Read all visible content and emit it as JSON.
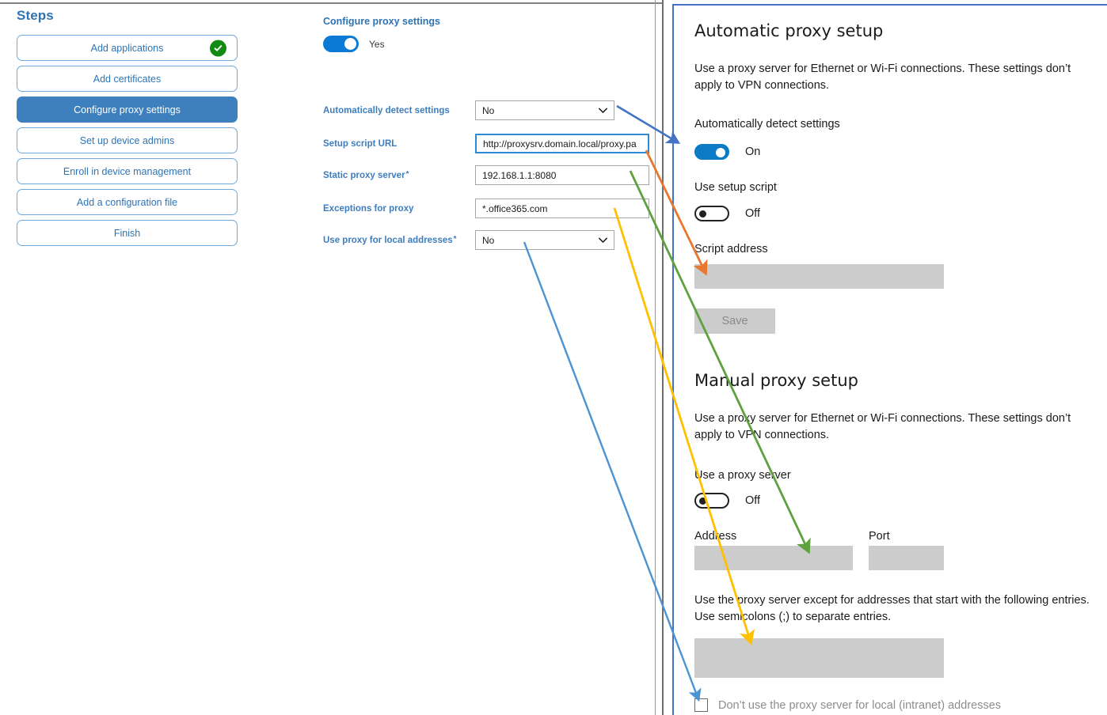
{
  "steps": {
    "title": "Steps",
    "items": [
      {
        "label": "Add applications",
        "state": "complete",
        "badge": "check-icon"
      },
      {
        "label": "Add certificates",
        "state": "default"
      },
      {
        "label": "Configure proxy settings",
        "state": "selected"
      },
      {
        "label": "Set up device admins",
        "state": "default"
      },
      {
        "label": "Enroll in device management",
        "state": "default"
      },
      {
        "label": "Add a configuration file",
        "state": "default"
      },
      {
        "label": "Finish",
        "state": "default"
      }
    ]
  },
  "form": {
    "title": "Configure proxy settings",
    "master_toggle": {
      "value": "Yes",
      "on": true
    },
    "fields": [
      {
        "label": "Automatically detect settings",
        "required": false,
        "type": "select",
        "value": "No"
      },
      {
        "label": "Setup script URL",
        "required": false,
        "type": "text",
        "value": "http://proxysrv.domain.local/proxy.pa",
        "focused": true
      },
      {
        "label": "Static proxy server",
        "required": true,
        "type": "text",
        "value": "192.168.1.1:8080"
      },
      {
        "label": "Exceptions for proxy",
        "required": false,
        "type": "text",
        "value": "*.office365.com"
      },
      {
        "label": "Use proxy for local addresses",
        "required": true,
        "type": "select",
        "value": "No"
      }
    ],
    "required_marker": "*"
  },
  "windows_settings": {
    "automatic": {
      "heading": "Automatic proxy setup",
      "description": "Use a proxy server for Ethernet or Wi-Fi connections. These settings don’t apply to VPN connections.",
      "auto_detect_label": "Automatically detect settings",
      "auto_detect_state": "On",
      "setup_script_label": "Use setup script",
      "setup_script_state": "Off",
      "script_address_label": "Script address",
      "script_address_value": "",
      "save_label": "Save"
    },
    "manual": {
      "heading": "Manual proxy setup",
      "description": "Use a proxy server for Ethernet or Wi-Fi connections. These settings don’t apply to VPN connections.",
      "use_proxy_label": "Use a proxy server",
      "use_proxy_state": "Off",
      "address_label": "Address",
      "address_value": "",
      "port_label": "Port",
      "port_value": "",
      "exceptions_description": "Use the proxy server except for addresses that start with the following entries. Use semicolons (;) to separate entries.",
      "exceptions_value": "",
      "local_checkbox_label": "Don’t use the proxy server for local (intranet) addresses",
      "local_checkbox_checked": false
    }
  },
  "annotations": {
    "arrows": [
      {
        "name": "auto-detect-mapping",
        "color": "#4472C4",
        "from": "Automatically detect settings dropdown",
        "to": "Automatically detect settings toggle"
      },
      {
        "name": "setup-script-mapping",
        "color": "#E8762C",
        "from": "Setup script URL field",
        "to": "Script address box"
      },
      {
        "name": "static-proxy-mapping",
        "color": "#5EA13E",
        "from": "Static proxy server field",
        "to": "Address box"
      },
      {
        "name": "exceptions-mapping",
        "color": "#FFC000",
        "from": "Exceptions for proxy field",
        "to": "Exceptions box"
      },
      {
        "name": "local-addresses-mapping",
        "color": "#4B93D1",
        "from": "Use proxy for local addresses dropdown",
        "to": "Local intranet addresses checkbox"
      }
    ]
  }
}
